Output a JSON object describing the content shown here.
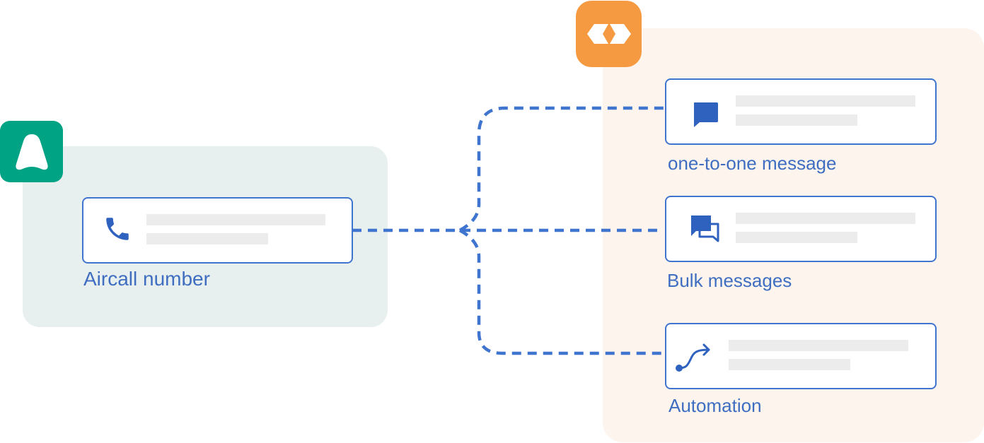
{
  "source": {
    "label": "Aircall number",
    "icon": "phone-icon"
  },
  "destinations": [
    {
      "label": "one-to-one message",
      "icon": "chat-bubble-icon"
    },
    {
      "label": "Bulk messages",
      "icon": "chat-bubbles-icon"
    },
    {
      "label": "Automation",
      "icon": "workflow-arrow-icon"
    }
  ],
  "logos": {
    "left": "aircall-logo-icon",
    "right": "partner-logo-icon"
  },
  "colors": {
    "accent": "#3f75cf",
    "label_text": "#3f6ec1",
    "aircall_green": "#00a383",
    "partner_orange": "#f69a42",
    "left_panel_bg": "#e8efef",
    "right_panel_bg": "#fdf4ee",
    "placeholder_bar": "#ececec"
  }
}
